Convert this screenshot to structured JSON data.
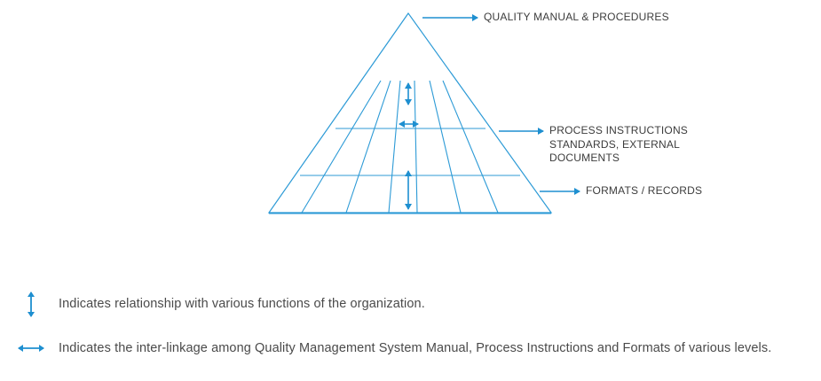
{
  "diagram": {
    "labels": {
      "top": [
        "QUALITY MANUAL & PROCEDURES"
      ],
      "middle": [
        "PROCESS INSTRUCTIONS",
        "STANDARDS, EXTERNAL",
        "DOCUMENTS"
      ],
      "bottom": [
        "FORMATS / RECORDS"
      ]
    },
    "colors": {
      "line": "#2c9ad6",
      "arrow": "#1e8fd0",
      "text": "#3c3c3c"
    }
  },
  "legend": [
    {
      "icon": "vertical-double-arrow-icon",
      "text": "Indicates relationship with various functions of the organization."
    },
    {
      "icon": "horizontal-double-arrow-icon",
      "text": "Indicates the inter-linkage among Quality Management System Manual, Process Instructions and Formats of various levels."
    }
  ]
}
